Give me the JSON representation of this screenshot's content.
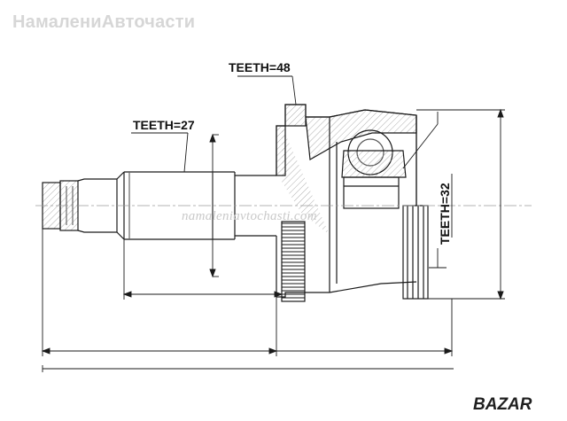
{
  "watermark": {
    "site_top": "НамалениАвточасти",
    "site_mid": "namaleniavtochasti.com"
  },
  "logo": {
    "text": "BAZAR"
  },
  "labels": {
    "outer_spline": "TEETH=27",
    "abs_ring": "TEETH=48",
    "inner_spline": "TEETH=32"
  }
}
